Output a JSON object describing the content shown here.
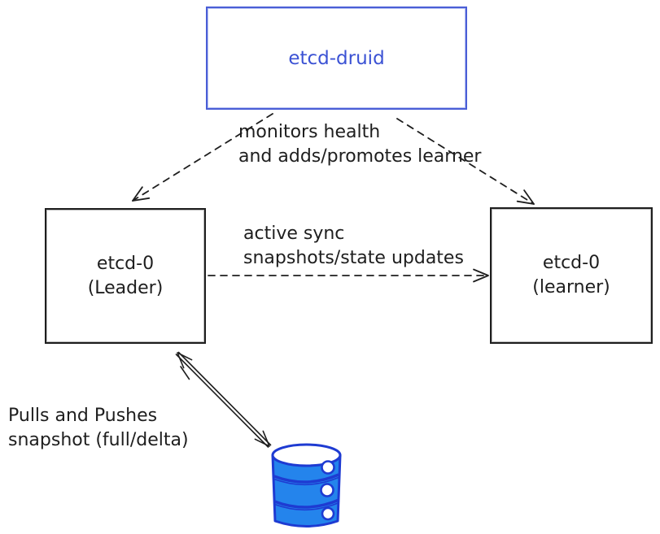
{
  "nodes": {
    "druid": {
      "label": "etcd-druid"
    },
    "leader": {
      "name": "etcd-0",
      "role": "(Leader)"
    },
    "learner": {
      "name": "etcd-0",
      "role": "(learner)"
    }
  },
  "edge_labels": {
    "monitors": {
      "line1": "monitors health",
      "line2": "and adds/promotes learner"
    },
    "sync": {
      "line1": "active sync",
      "line2": "snapshots/state updates"
    },
    "snapshot": {
      "line1": "Pulls and Pushes",
      "line2": "snapshot (full/delta)"
    }
  },
  "icons": {
    "database": "database-icon"
  },
  "colors": {
    "druid_text": "#3b52d4",
    "druid_border": "#4a5ed6",
    "ink": "#1e1e1e",
    "db_fill": "#2484ec",
    "db_stroke": "#1e3bd2",
    "background": "#ffffff"
  }
}
